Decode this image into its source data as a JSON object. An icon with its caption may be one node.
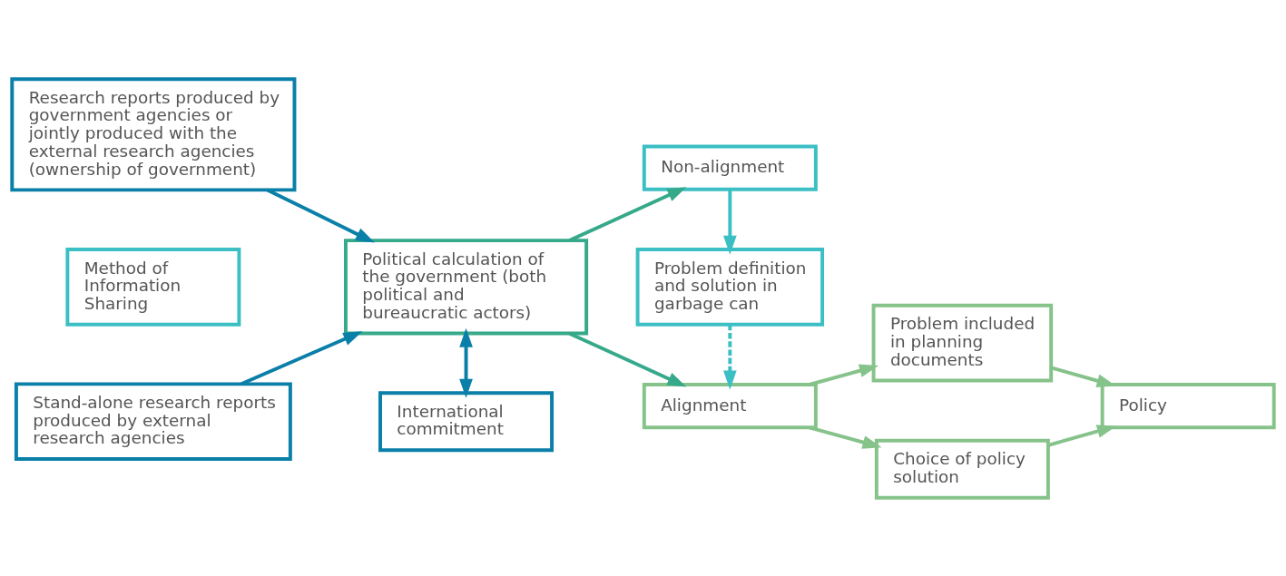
{
  "diagram": {
    "nodes": [
      {
        "text": [
          "Research reports produced by government agencies or jointly produced with the external research agencies (ownership of government)"
        ]
      },
      {
        "text": [
          "Method of Information Sharing"
        ]
      },
      {
        "text": [
          "Stand-alone research reports produced by external research agencies"
        ]
      },
      {
        "text": [
          "Political calculation of the government (both political and bureaucratic actors)"
        ]
      },
      {
        "text": [
          "International commitment"
        ]
      },
      {
        "text": [
          "Alignment"
        ]
      },
      {
        "text": [
          "Non-alignment"
        ]
      },
      {
        "text": [
          "Problem definition and solution in garbage can"
        ]
      },
      {
        "text": [
          "Problem included in planning documents"
        ]
      },
      {
        "text": [
          "Choice of policy solution"
        ]
      },
      {
        "text": [
          "Policy"
        ]
      }
    ],
    "edges": [
      {
        "from": 0,
        "to": 3,
        "arrow": "to",
        "color": "#0a7fa8"
      },
      {
        "from": 2,
        "to": 3,
        "arrow": "to",
        "color": "#0a7fa8"
      },
      {
        "from": 3,
        "to": 4,
        "arrow": "both",
        "color": "#0a7fa8"
      },
      {
        "from": 3,
        "to": 5,
        "arrow": "to",
        "color": "#35a98a"
      },
      {
        "from": 3,
        "to": 6,
        "arrow": "to",
        "color": "#35a98a"
      },
      {
        "from": 6,
        "to": 7,
        "arrow": "to",
        "color": "#3bbfc4"
      },
      {
        "from": 7,
        "to": 5,
        "arrow": "to",
        "style": "dashed",
        "color": "#3bbfc4"
      },
      {
        "from": 5,
        "to": 8,
        "arrow": "to"
      },
      {
        "from": 5,
        "to": 9,
        "arrow": "to"
      },
      {
        "from": 8,
        "to": 10,
        "arrow": "to"
      },
      {
        "from": 9,
        "to": 10,
        "arrow": "to"
      }
    ]
  }
}
